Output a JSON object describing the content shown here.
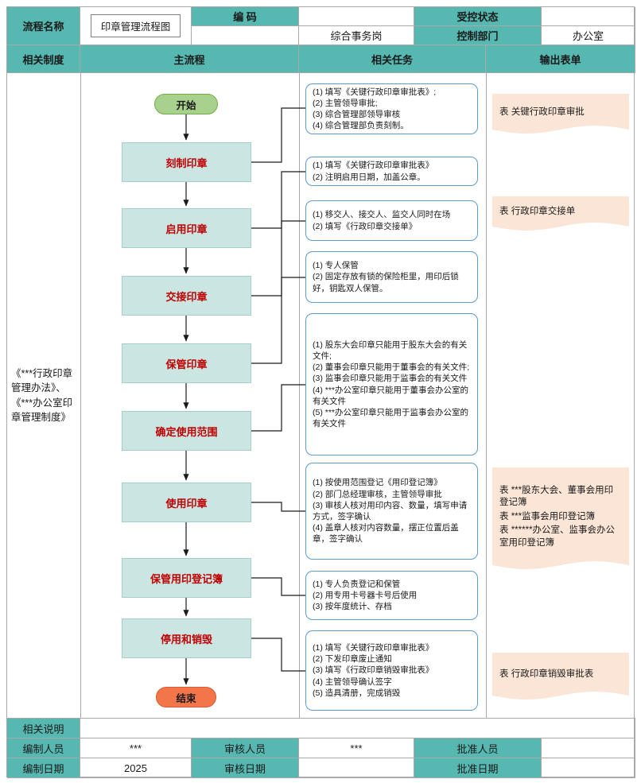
{
  "header": {
    "process_name_label": "流程名称",
    "process_name_value": "印章管理流程图",
    "code_label": "编  码",
    "code_value": "",
    "controlled_status_label": "受控状态",
    "controlled_status_value": "",
    "post_value": "综合事务岗",
    "control_dept_label": "控制部门",
    "control_dept_value": "办公室"
  },
  "columns": {
    "related_system": "相关制度",
    "main_process": "主流程",
    "related_tasks": "相关任务",
    "output_forms": "输出表单"
  },
  "related_system_text": "《***行政印章管理办法》、《***办公室印章管理制度》",
  "flow": {
    "start": "开始",
    "end": "结束",
    "steps": [
      "刻制印章",
      "启用印章",
      "交接印章",
      "保管印章",
      "确定使用范围",
      "使用印章",
      "保管用印登记簿",
      "停用和销毁"
    ]
  },
  "tasks": [
    {
      "lines": [
        "(1) 填写《关键行政印章审批表》;",
        "(2) 主管领导审批;",
        "(3) 综合管理部领导审核",
        "(4) 综合管理部负责刻制。"
      ]
    },
    {
      "lines": [
        "(1) 填写《关键行政印章审批表》",
        "(2) 注明启用日期，加盖公章。"
      ]
    },
    {
      "lines": [
        "(1) 移交人、接交人、监交人同时在场",
        "(2) 填写《行政印章交接单》"
      ]
    },
    {
      "lines": [
        "(1) 专人保管",
        "(2) 固定存放有锁的保险柜里，用印后锁好，钥匙双人保管。"
      ]
    },
    {
      "lines": [
        "(1) 股东大会印章只能用于股东大会的有关文件;",
        "(2) 董事会印章只能用于董事会的有关文件;",
        "(3) 监事会印章只能用于监事会的有关文件",
        "(4) ***办公室印章只能用于董事会办公室的有关文件",
        "(5) ***办公室印章只能用于监事会办公室的有关文件"
      ]
    },
    {
      "lines": [
        "(1) 按使用范围登记《用印登记簿》",
        "(2) 部门总经理审核，主管领导审批",
        "(3) 审核人核对用印内容、数量，填写申请方式，签字确认",
        "(4) 盖章人核对内容数量，摆正位置后盖章，签字确认"
      ]
    },
    {
      "lines": [
        "(1) 专人负责登记和保管",
        "(2) 用专用卡号器卡号后使用",
        "(3) 按年度统计、存档"
      ]
    },
    {
      "lines": [
        "(1) 填写《关键行政印章审批表》",
        "(2) 下发印章废止通知",
        "(3) 填写《行政印章销毁审批表》",
        "(4) 主管领导确认签字",
        "(5) 造具清册，完成销毁"
      ]
    }
  ],
  "forms": [
    {
      "lines": [
        "表  关键行政印章审批"
      ]
    },
    {
      "lines": [
        "表  行政印章交接单"
      ]
    },
    {
      "lines": [
        "表  ***股东大会、董事会用印登记簿",
        "表  ***监事会用印登记簿",
        "表  ******办公室、监事会办公室用印登记簿"
      ]
    },
    {
      "lines": [
        "表  行政印章销毁审批表"
      ]
    }
  ],
  "footer": {
    "notes_label": "相关说明",
    "prepared_by_label": "编制人员",
    "prepared_by_value": "***",
    "reviewed_by_label": "审核人员",
    "reviewed_by_value": "***",
    "approved_by_label": "批准人员",
    "approved_by_value": "",
    "prepared_date_label": "编制日期",
    "prepared_date_value": "2025",
    "reviewed_date_label": "审核日期",
    "reviewed_date_value": "",
    "approved_date_label": "批准日期",
    "approved_date_value": ""
  },
  "colors": {
    "teal": "#56B8B1",
    "grid-line": "#A9A9A9",
    "flow-fill": "#CBE5E3",
    "flow-border": "#A3CFCB",
    "flow-text": "#C00000",
    "start-fill": "#A9D18E",
    "start-border": "#70AD47",
    "end-fill": "#F3764B",
    "end-border": "#D85C32",
    "task-border": "#5B9BD5",
    "form-fill": "#FBE5D6",
    "form-border": "#D9A07E"
  }
}
